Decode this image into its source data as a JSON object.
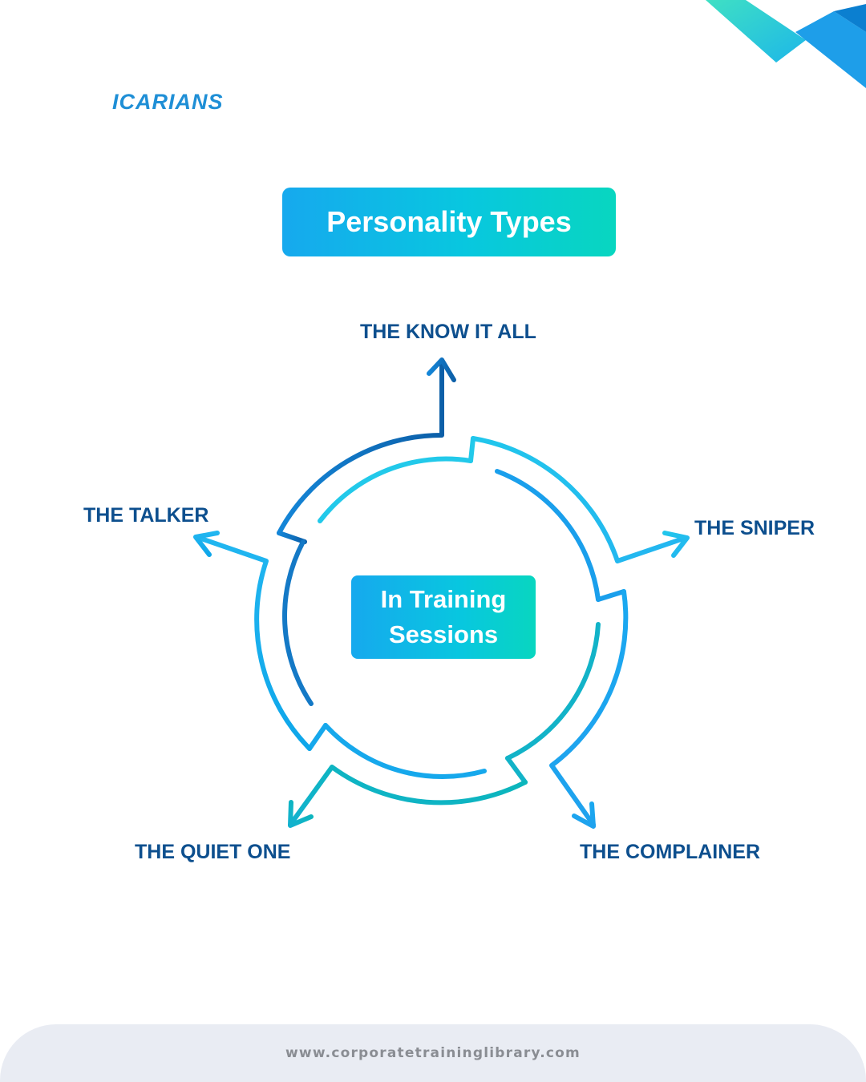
{
  "brand": {
    "logo_text": "ICARIANS"
  },
  "title": "Personality Types",
  "center": {
    "text": "In Training Sessions"
  },
  "types": [
    {
      "label": "THE KNOW IT ALL"
    },
    {
      "label": "THE SNIPER"
    },
    {
      "label": "THE COMPLAINER"
    },
    {
      "label": "THE QUIET ONE"
    },
    {
      "label": "THE TALKER"
    }
  ],
  "footer": {
    "url": "www.corporatetraininglibrary.com"
  },
  "colors": {
    "label_text": "#0d4f8e",
    "accent_blue": "#16a9ee",
    "accent_cyan": "#08c7df",
    "accent_teal": "#08d6c0",
    "logo": "#1f8fd6",
    "footer_bg": "#e9ecf3",
    "footer_text": "#8a8d93"
  }
}
